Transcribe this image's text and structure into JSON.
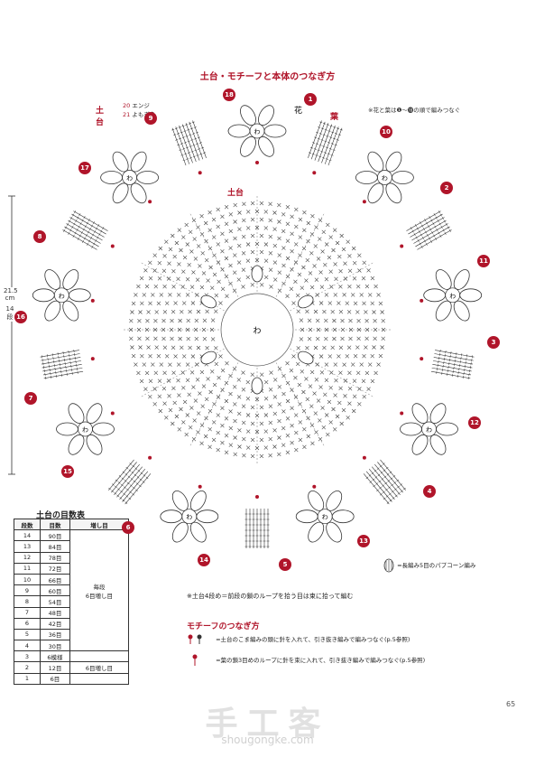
{
  "title": "土台・モチーフと本体のつなぎ方",
  "yarn": {
    "label": "土台",
    "rows": [
      {
        "num": "20",
        "name": "エンジ"
      },
      {
        "num": "21",
        "name": "よもぎ色"
      }
    ]
  },
  "legend_top_right": "※花と葉は❶～⓲の順で編みつなぐ",
  "labels": {
    "flower": "花",
    "leaf": "葉",
    "base": "土台"
  },
  "dimension": {
    "size": "21.5",
    "unit": "cm",
    "rows": "14",
    "rows_unit": "段"
  },
  "motif_numbers": [
    "1",
    "2",
    "3",
    "4",
    "5",
    "6",
    "7",
    "8",
    "9",
    "10",
    "11",
    "12",
    "13",
    "14",
    "15",
    "16",
    "17",
    "18"
  ],
  "popcorn_legend": "=長編み5目のパプコーン編み",
  "table": {
    "title": "土台の目数表",
    "headers": [
      "段数",
      "目数",
      "増し目"
    ],
    "rows": [
      {
        "row": "14",
        "count": "90目",
        "inc": ""
      },
      {
        "row": "13",
        "count": "84目",
        "inc": ""
      },
      {
        "row": "12",
        "count": "78目",
        "inc": ""
      },
      {
        "row": "11",
        "count": "72目",
        "inc": ""
      },
      {
        "row": "10",
        "count": "66目",
        "inc": ""
      },
      {
        "row": "9",
        "count": "60目",
        "inc": ""
      },
      {
        "row": "8",
        "count": "54目",
        "inc": ""
      },
      {
        "row": "7",
        "count": "48目",
        "inc": ""
      },
      {
        "row": "6",
        "count": "42目",
        "inc": ""
      },
      {
        "row": "5",
        "count": "36目",
        "inc": ""
      },
      {
        "row": "4",
        "count": "30目",
        "inc": ""
      },
      {
        "row": "3",
        "count": "6模様",
        "inc": ""
      },
      {
        "row": "2",
        "count": "12目",
        "inc": "6目増し目"
      },
      {
        "row": "1",
        "count": "6目",
        "inc": ""
      }
    ],
    "merged_inc": "毎段\n6目増し目"
  },
  "note1": "※土台4段め＝前段の鎖のループを拾う目は束に拾って編む",
  "motif_join_title": "モチーフのつなぎ方",
  "join_lines": [
    "=土台のこま編みの頭に針を入れて、引き抜き編みで編みつなぐ(p.5参照)",
    "=葉の鎖3目めのループに針を束に入れて、引き抜き編みで編みつなぐ(p.5参照)"
  ],
  "page_number": "65",
  "watermark": "手工客",
  "watermark_url": "shougongke.com",
  "center_symbol": "わ",
  "colors": {
    "accent": "#b0152a",
    "ink": "#333333"
  }
}
